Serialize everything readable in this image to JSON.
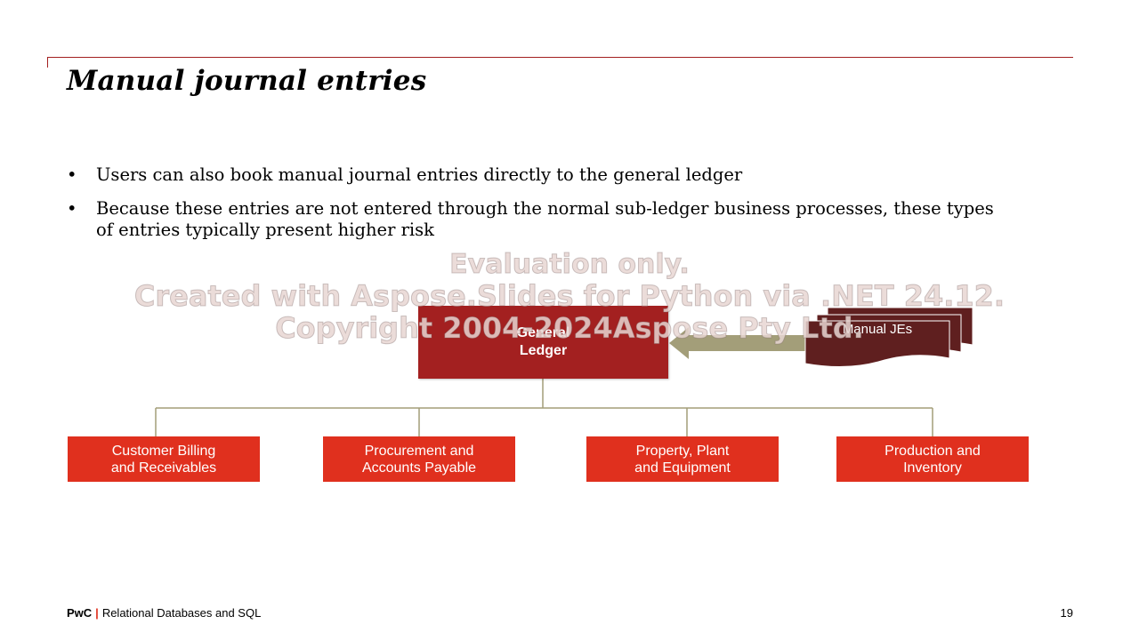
{
  "slide": {
    "title": "Manual journal entries",
    "bullet_char": "•",
    "bullets": [
      "Users can also book manual journal entries directly to the general ledger",
      "Because these entries are not entered through the normal sub-ledger business processes, these types of entries typically present higher risk"
    ]
  },
  "diagram": {
    "general_ledger": "General\nLedger",
    "manual_jes": "Manual JEs",
    "subledgers": [
      "Customer Billing\nand Receivables",
      "Procurement and\nAccounts Payable",
      "Property, Plant\nand Equipment",
      "Production and\nInventory"
    ],
    "colors": {
      "general_ledger": "#a32020",
      "subledger": "#e0301e",
      "manual_jes": "#5f1f1f",
      "arrow": "#a39e79",
      "connector": "#a39e79"
    }
  },
  "watermark": {
    "line1": "Evaluation only.",
    "line2": "Created with Aspose.Slides for Python via .NET 24.12.",
    "line3": "Copyright 2004-2024Aspose Pty Ltd."
  },
  "footer": {
    "brand": "PwC",
    "separator": "|",
    "deck_title": "Relational Databases and SQL",
    "page_number": "19"
  }
}
